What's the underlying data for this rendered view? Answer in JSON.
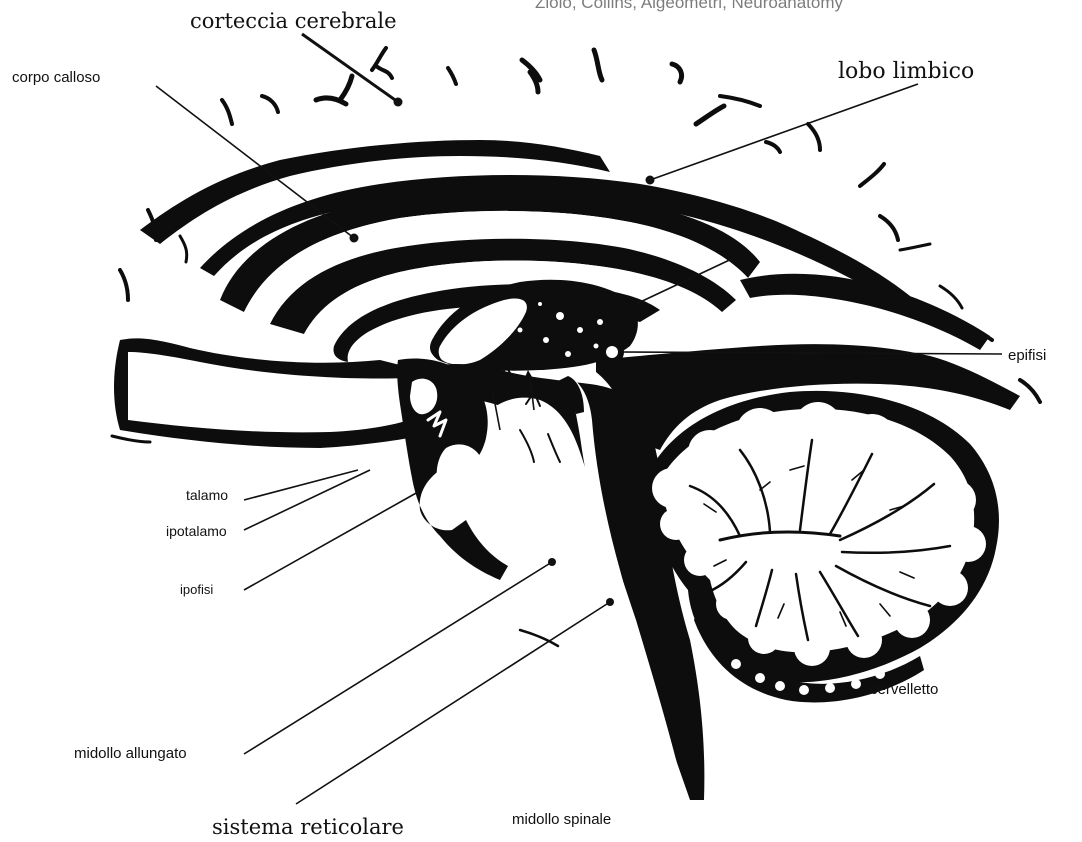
{
  "figure": {
    "header_fragment_left": "",
    "header_fragment_right": "Ziolo, Collins, Algeometri, Neuroanatomy",
    "labels": {
      "corteccia_cerebrale": "corteccia cerebrale",
      "corpo_calloso": "corpo calloso",
      "lobo_limbico": "lobo limbico",
      "epifisi": "epifisi",
      "talamo": "talamo",
      "ipotalamo": "ipotalamo",
      "ipofisi": "ipofisi",
      "cervelletto": "cervelletto",
      "midollo_allungato": "midollo allungato",
      "sistema_reticolare": "sistema reticolare",
      "midollo_spinale": "midollo spinale"
    }
  }
}
